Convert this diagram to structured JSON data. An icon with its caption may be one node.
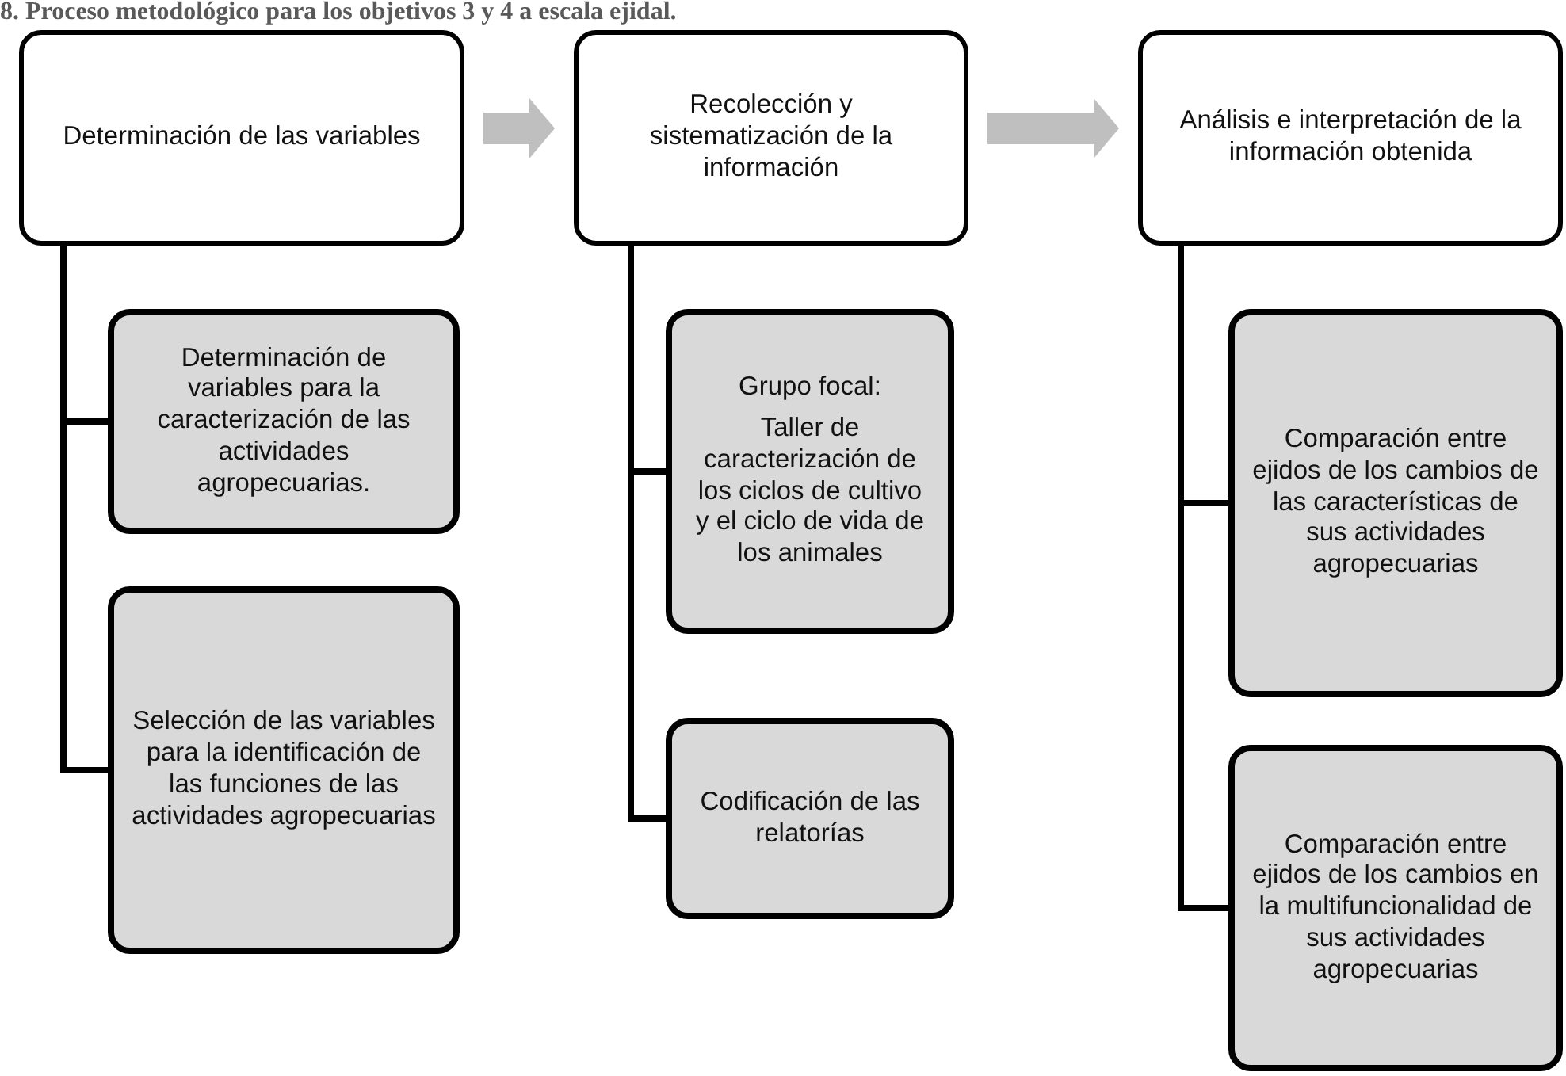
{
  "diagram": {
    "title": "8. Proceso metodológico para los objetivos 3 y 4 a escala ejidal.",
    "nodes": [
      {
        "text": [
          "Determinación de las variables"
        ]
      },
      {
        "text": [
          "Determinación de variables para la caracterización de las actividades agropecuarias."
        ]
      },
      {
        "text": [
          "Selección de las variables para la identificación de las funciones de las actividades agropecuarias"
        ]
      },
      {
        "text": [
          "Recolección y sistematización de la información"
        ]
      },
      {
        "text": [
          "Grupo focal:",
          "Taller de caracterización de los ciclos de cultivo y el ciclo de vida de los animales"
        ]
      },
      {
        "text": [
          "Codificación de las relatorías"
        ]
      },
      {
        "text": [
          "Análisis e interpretación de la información obtenida"
        ]
      },
      {
        "text": [
          "Comparación entre ejidos de los cambios de las características de sus actividades agropecuarias"
        ]
      },
      {
        "text": [
          "Comparación entre ejidos de los cambios en la multifuncionalidad de sus actividades agropecuarias"
        ]
      }
    ],
    "edges": [
      {
        "from": 0,
        "to": 1,
        "arrow": "none"
      },
      {
        "from": 0,
        "to": 2,
        "arrow": "none"
      },
      {
        "from": 3,
        "to": 4,
        "arrow": "none"
      },
      {
        "from": 3,
        "to": 5,
        "arrow": "none"
      },
      {
        "from": 6,
        "to": 7,
        "arrow": "none"
      },
      {
        "from": 6,
        "to": 8,
        "arrow": "none"
      },
      {
        "from": 0,
        "to": 3,
        "arrow": "to",
        "color": "#bfbfbf"
      },
      {
        "from": 3,
        "to": 6,
        "arrow": "to",
        "color": "#bfbfbf"
      }
    ]
  }
}
